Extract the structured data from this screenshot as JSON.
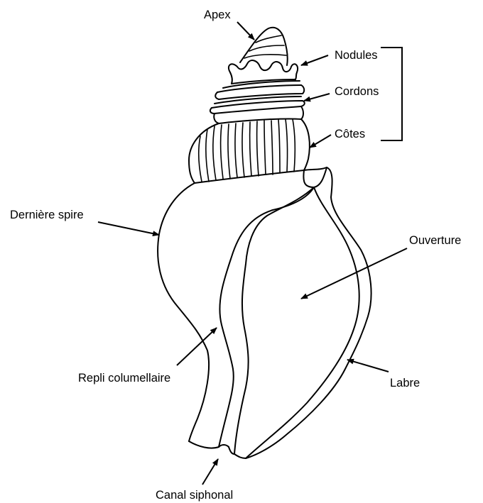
{
  "labels": {
    "apex": "Apex",
    "nodules": "Nodules",
    "cordons": "Cordons",
    "cotes": "Côtes",
    "derniere_spire": "Dernière spire",
    "ouverture": "Ouverture",
    "repli_columellaire": "Repli columellaire",
    "labre": "Labre",
    "canal_siphonal": "Canal siphonal"
  },
  "colors": {
    "stroke": "#000000",
    "background": "#ffffff"
  }
}
